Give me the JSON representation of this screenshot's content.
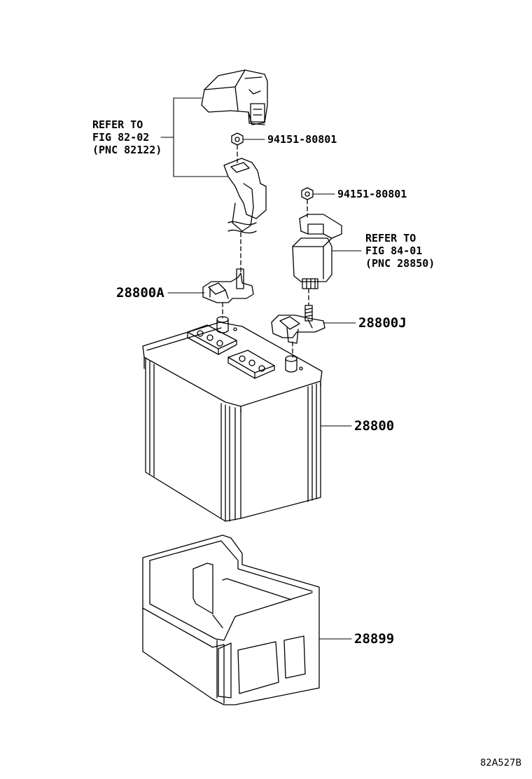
{
  "refs": {
    "top_left": {
      "line1": "REFER TO",
      "line2": "FIG 82-02",
      "line3": "(PNC 82122)"
    },
    "middle_right": {
      "line1": "REFER TO",
      "line2": "FIG 84-01",
      "line3": "(PNC 28850)"
    }
  },
  "parts": {
    "nut_upper": "94151-80801",
    "nut_lower": "94151-80801",
    "terminal_a": "28800A",
    "terminal_j": "28800J",
    "battery": "28800",
    "tray": "28899"
  },
  "diagram_code": "82A527B"
}
